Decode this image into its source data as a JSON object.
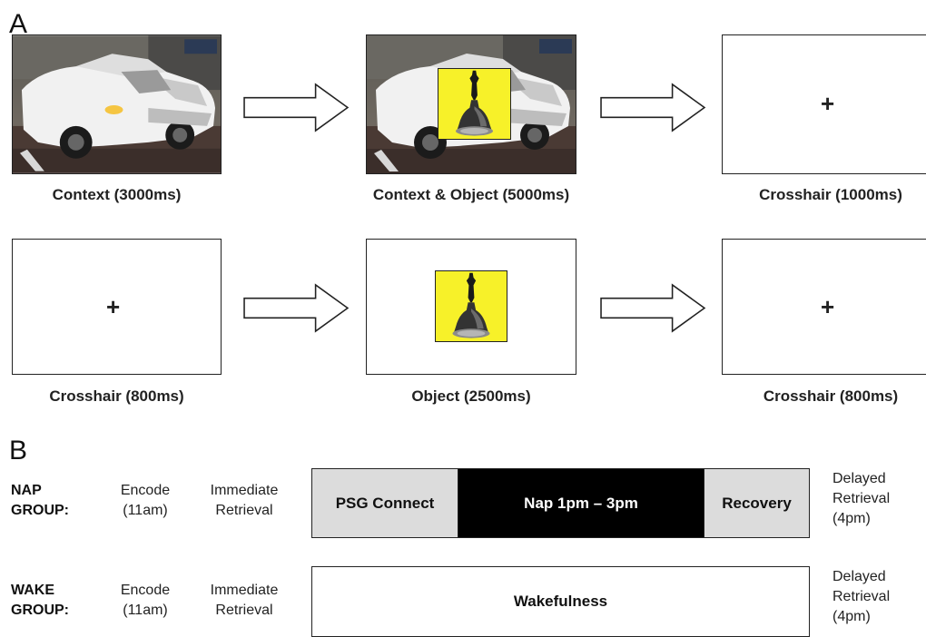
{
  "panel_a": {
    "letter": "A",
    "row1": [
      {
        "caption": "Context (3000ms)"
      },
      {
        "caption": "Context & Object (5000ms)"
      },
      {
        "caption": "Crosshair (1000ms)",
        "symbol": "+"
      }
    ],
    "row2": [
      {
        "caption": "Crosshair (800ms)",
        "symbol": "+"
      },
      {
        "caption": "Object (2500ms)"
      },
      {
        "caption": "Crosshair (800ms)",
        "symbol": "+"
      }
    ]
  },
  "panel_b": {
    "letter": "B",
    "nap": {
      "group_label": [
        "NAP",
        "GROUP:"
      ],
      "encode": [
        "Encode",
        "(11am)"
      ],
      "immediate": [
        "Immediate",
        "Retrieval"
      ],
      "segments": [
        "PSG Connect",
        "Nap 1pm – 3pm",
        "Recovery"
      ],
      "delayed": [
        "Delayed",
        "Retrieval",
        "(4pm)"
      ]
    },
    "wake": {
      "group_label": [
        "WAKE",
        "GROUP:"
      ],
      "encode": [
        "Encode",
        "(11am)"
      ],
      "immediate": [
        "Immediate",
        "Retrieval"
      ],
      "segments": [
        "Wakefulness"
      ],
      "delayed": [
        "Delayed",
        "Retrieval",
        "(4pm)"
      ]
    }
  },
  "colors": {
    "object_background": "#f7f129",
    "psg_segment": "#dcdcdc",
    "nap_segment": "#000000"
  }
}
